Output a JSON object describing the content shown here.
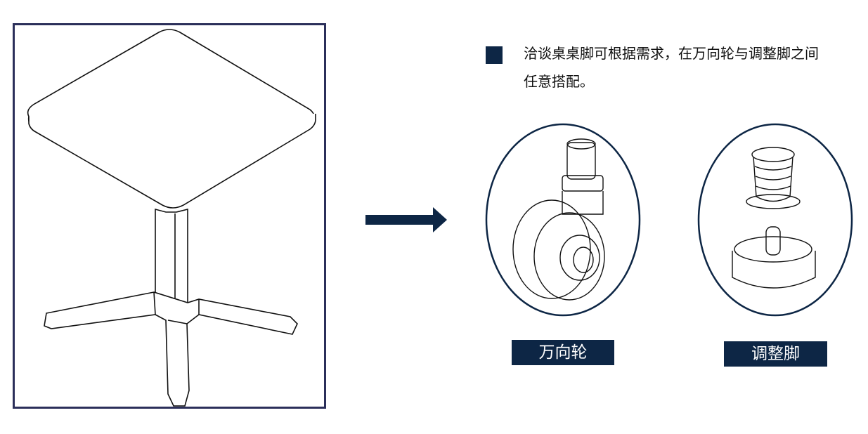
{
  "caption": {
    "text": "洽谈桌桌脚可根据需求，在万向轮与调整脚之间任意搭配。"
  },
  "labels": {
    "caster": "万向轮",
    "foot": "调整脚"
  },
  "colors": {
    "navy": "#0d2645",
    "frame": "#2b2f5a"
  },
  "icons": {
    "arrow": "arrow-right-icon",
    "bullet": "square-bullet-icon"
  }
}
